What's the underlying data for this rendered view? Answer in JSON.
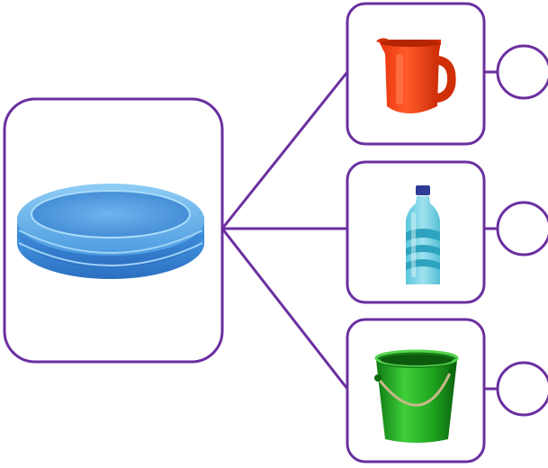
{
  "diagram": {
    "line_color": "#6b2fa0",
    "source": {
      "icon": "inflatable-pool-icon"
    },
    "options": [
      {
        "id": "jug",
        "icon": "jug-icon",
        "answer": ""
      },
      {
        "id": "bottle",
        "icon": "water-bottle-icon",
        "answer": ""
      },
      {
        "id": "bucket",
        "icon": "bucket-icon",
        "answer": ""
      }
    ]
  }
}
